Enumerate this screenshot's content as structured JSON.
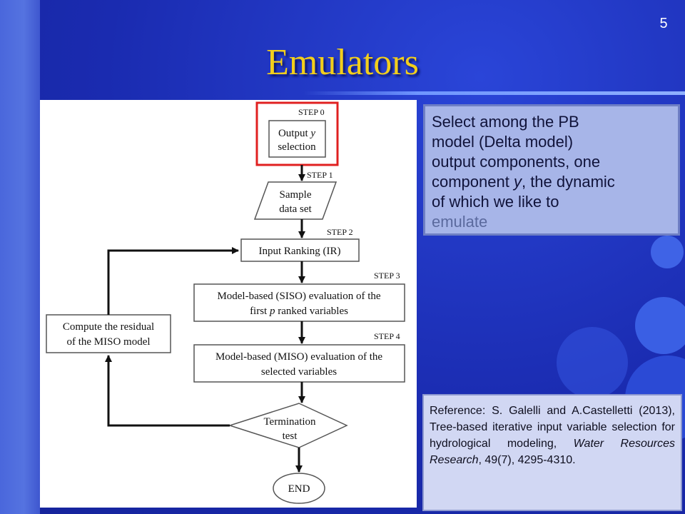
{
  "slide": {
    "number": "5",
    "title": "Emulators"
  },
  "callout": {
    "lines": [
      "Select among the PB",
      "model (Delta model)",
      "output components, one",
      "component y, the dynamic",
      "of which we like to",
      "emulate"
    ]
  },
  "reference": {
    "prefix": "Reference: S. Galelli and A.Castelletti (2013), Tree-based iterative input variable selection for hydrological modeling, ",
    "journal": "Water Resources Research",
    "suffix": ", 49(7), 4295-4310."
  },
  "flowchart": {
    "steps": {
      "step0": "STEP 0",
      "step1": "STEP 1",
      "step2": "STEP 2",
      "step3": "STEP 3",
      "step4": "STEP 4"
    },
    "output_selection": {
      "line1a": "Output ",
      "line1b": "y",
      "line2": "selection"
    },
    "sample": {
      "line1": "Sample",
      "line2": "data set"
    },
    "input_ranking": "Input Ranking (IR)",
    "siso": {
      "line1": "Model-based (SISO) evaluation of the",
      "line2a": "first ",
      "line2b": "p",
      "line2c": " ranked variables"
    },
    "miso": {
      "line1": "Model-based (MISO) evaluation of the",
      "line2": "selected variables"
    },
    "residual": {
      "line1": "Compute the residual",
      "line2": "of the MISO model"
    },
    "termination": {
      "line1": "Termination",
      "line2": "test"
    },
    "end": "END"
  },
  "colors": {
    "title": "#f2ce1c",
    "highlight_frame": "#e02020",
    "background": "#1c2fb4"
  }
}
